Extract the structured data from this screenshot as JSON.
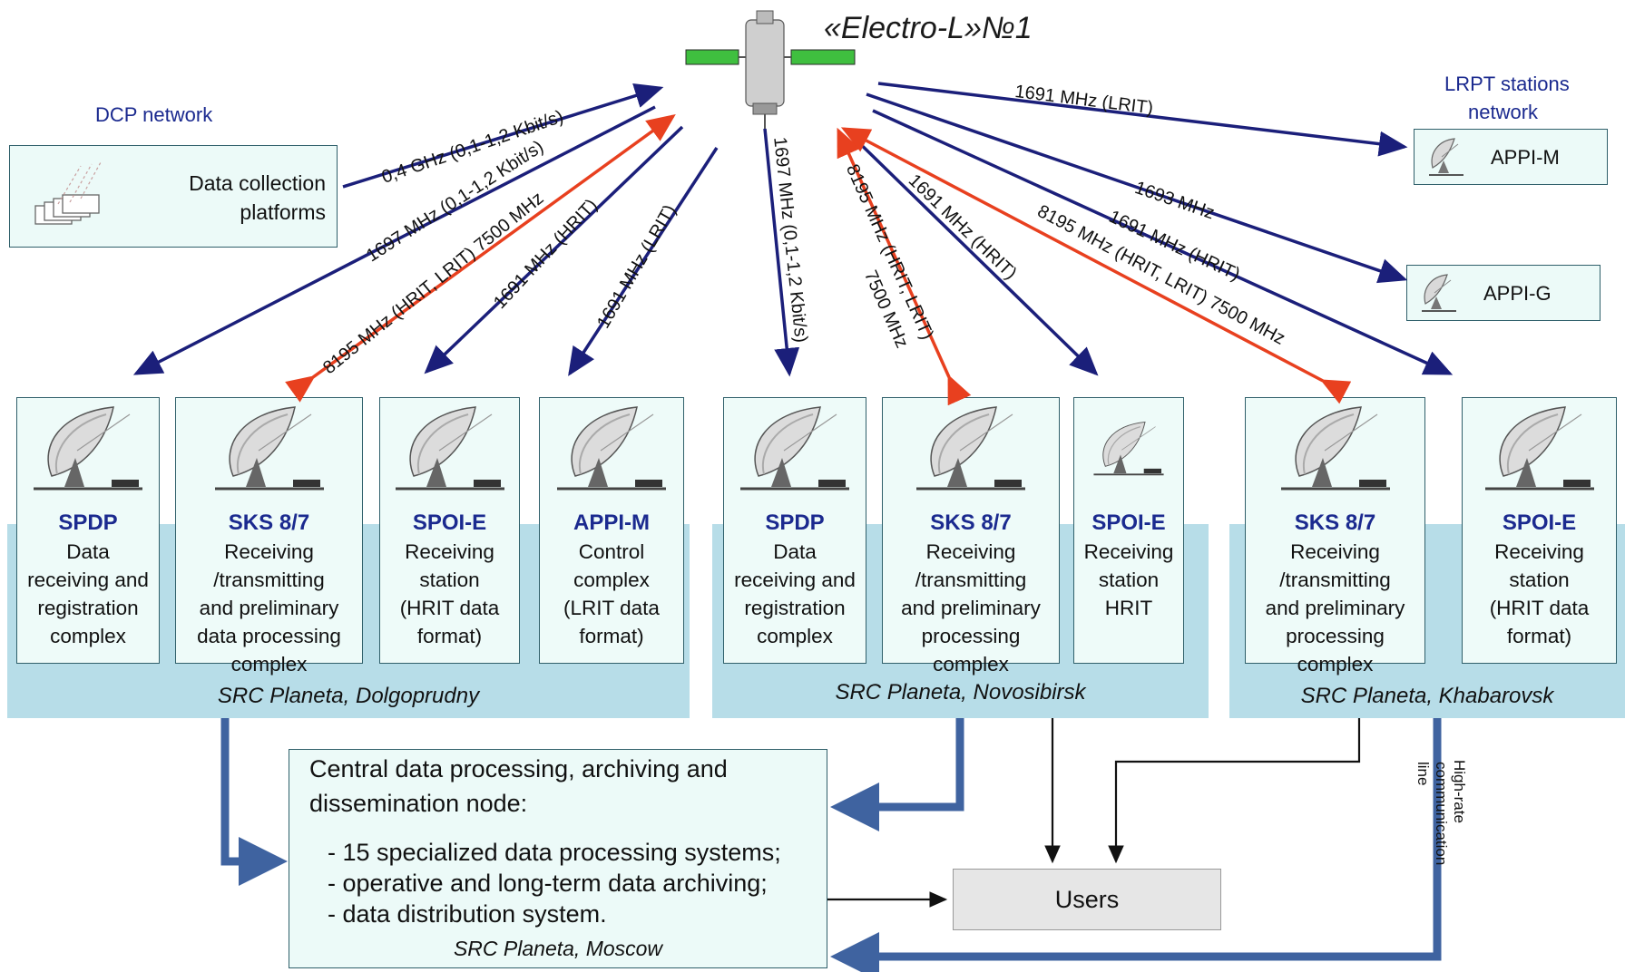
{
  "satellite_name": "«Electro-L»№1",
  "dcp": {
    "network_title": "DCP network",
    "platforms_label_line1": "Data collection",
    "platforms_label_line2": "platforms"
  },
  "lrpt": {
    "network_title_line1": "LRPT stations",
    "network_title_line2": "network",
    "appi_m": "APPI-M",
    "appi_g": "APPI-G"
  },
  "link_labels": {
    "dcp_uplink": "0,4 GHz (0,1-1,2 Kbit/s)",
    "dol_spdp": "1697 MHz (0,1-1,2 Kbit/s)",
    "dol_sks_a": "8195 MHz (HRIT, LRIT) 7500 MHz",
    "dol_spoi": "1691 MHz (HRIT)",
    "dol_appi": "1691 MHz (LRIT)",
    "nov_spdp": "1697 MHz (0,1-1,2 Kbit/s)",
    "nov_sks_a": "8195 MHz (HRIT, LRIT)",
    "nov_sks_b": "7500 MHz",
    "nov_spoi": "1691 MHz (HRIT)",
    "kha_sks": "8195 MHz (HRIT, LRIT) 7500 MHz",
    "kha_spoi": "1691 MHz (HRIT)",
    "appi_g_link": "1693 MHz",
    "appi_m_link": "1691 MHz (LRIT)"
  },
  "sites": {
    "dolgoprudny": "SRC Planeta, Dolgoprudny",
    "novosibirsk": "SRC Planeta, Novosibirsk",
    "khabarovsk": "SRC Planeta, Khabarovsk"
  },
  "stations": [
    {
      "code": "SPDP",
      "desc": [
        "Data",
        "receiving and",
        "registration",
        "complex"
      ]
    },
    {
      "code": "SKS 8/7",
      "desc": [
        "Receiving",
        "/transmitting",
        "and preliminary",
        "data processing",
        "complex"
      ]
    },
    {
      "code": "SPOI-E",
      "desc": [
        "Receiving",
        "station",
        "(HRIT data",
        "format)"
      ]
    },
    {
      "code": "APPI-M",
      "desc": [
        "Control",
        "complex",
        "(LRIT data",
        "format)"
      ]
    },
    {
      "code": "SPDP",
      "desc": [
        "Data",
        "receiving and",
        "registration",
        "complex"
      ]
    },
    {
      "code": "SKS 8/7",
      "desc": [
        "Receiving",
        "/transmitting",
        "and preliminary",
        "processing",
        "complex"
      ]
    },
    {
      "code": "SPOI-E",
      "desc": [
        "Receiving",
        "station",
        "HRIT"
      ]
    },
    {
      "code": "SKS 8/7",
      "desc": [
        "Receiving",
        "/transmitting",
        "and preliminary",
        "processing",
        "complex"
      ]
    },
    {
      "code": "SPOI-E",
      "desc": [
        "Receiving",
        "station",
        "(HRIT data",
        "format)"
      ]
    }
  ],
  "central_node": {
    "title_line1": "Central data processing, archiving and",
    "title_line2": "dissemination node:",
    "items": [
      "- 15 specialized data processing systems;",
      "- operative and long-term data archiving;",
      "- data distribution system."
    ],
    "location": "SRC Planeta, Moscow"
  },
  "users": "Users",
  "comm_line": {
    "line1": "High-rate",
    "line2": "communication",
    "line3": "line"
  },
  "colors": {
    "blue_link": "#1b1f7a",
    "red_link": "#e8401f",
    "backbone": "#3f63a0",
    "band": "#b7dde8",
    "heading_blue": "#1b2a8f"
  }
}
